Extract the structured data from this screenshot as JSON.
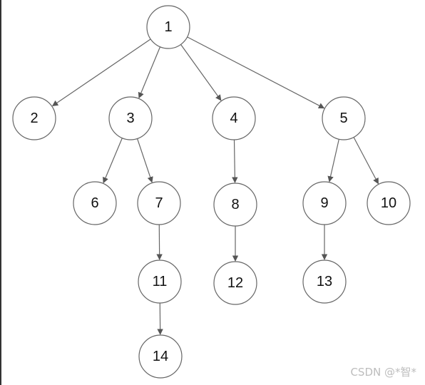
{
  "diagram": {
    "nodes": [
      {
        "id": "1",
        "label": "1"
      },
      {
        "id": "2",
        "label": "2"
      },
      {
        "id": "3",
        "label": "3"
      },
      {
        "id": "4",
        "label": "4"
      },
      {
        "id": "5",
        "label": "5"
      },
      {
        "id": "6",
        "label": "6"
      },
      {
        "id": "7",
        "label": "7"
      },
      {
        "id": "8",
        "label": "8"
      },
      {
        "id": "9",
        "label": "9"
      },
      {
        "id": "10",
        "label": "10"
      },
      {
        "id": "11",
        "label": "11"
      },
      {
        "id": "12",
        "label": "12"
      },
      {
        "id": "13",
        "label": "13"
      },
      {
        "id": "14",
        "label": "14"
      }
    ],
    "edges": [
      {
        "from": "1",
        "to": "2"
      },
      {
        "from": "1",
        "to": "3"
      },
      {
        "from": "1",
        "to": "4"
      },
      {
        "from": "1",
        "to": "5"
      },
      {
        "from": "3",
        "to": "6"
      },
      {
        "from": "3",
        "to": "7"
      },
      {
        "from": "4",
        "to": "8"
      },
      {
        "from": "5",
        "to": "9"
      },
      {
        "from": "5",
        "to": "10"
      },
      {
        "from": "7",
        "to": "11"
      },
      {
        "from": "8",
        "to": "12"
      },
      {
        "from": "9",
        "to": "13"
      },
      {
        "from": "11",
        "to": "14"
      }
    ]
  },
  "watermark": "CSDN @*智*"
}
